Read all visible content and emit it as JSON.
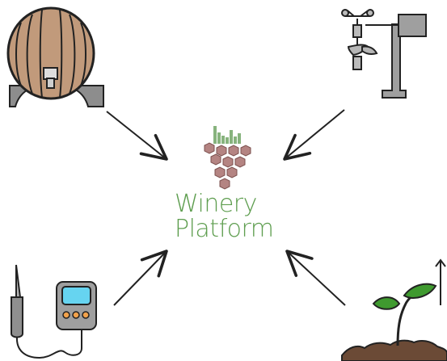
{
  "diagram": {
    "center": {
      "logo": "grape-cluster-bar-chart-logo",
      "line1": "Winery",
      "line2": "Platform",
      "brand_green": "#5f9e50",
      "grape_color": "#b48482",
      "grape_outline": "#7b4f4d"
    },
    "nodes": [
      {
        "icon": "wine-barrel-icon"
      },
      {
        "icon": "weather-station-icon"
      },
      {
        "icon": "temperature-probe-icon"
      },
      {
        "icon": "plant-growth-icon"
      }
    ],
    "colors": {
      "barrel_wood": "#c19a7b",
      "barrel_stand": "#8d8d8d",
      "metal_gray": "#a7a7a7",
      "screen_cyan": "#66d4f0",
      "button_orange": "#f2a24b",
      "leaf_green": "#3f9a2f",
      "soil_brown": "#6b4a36",
      "arrow": "#222222"
    }
  }
}
